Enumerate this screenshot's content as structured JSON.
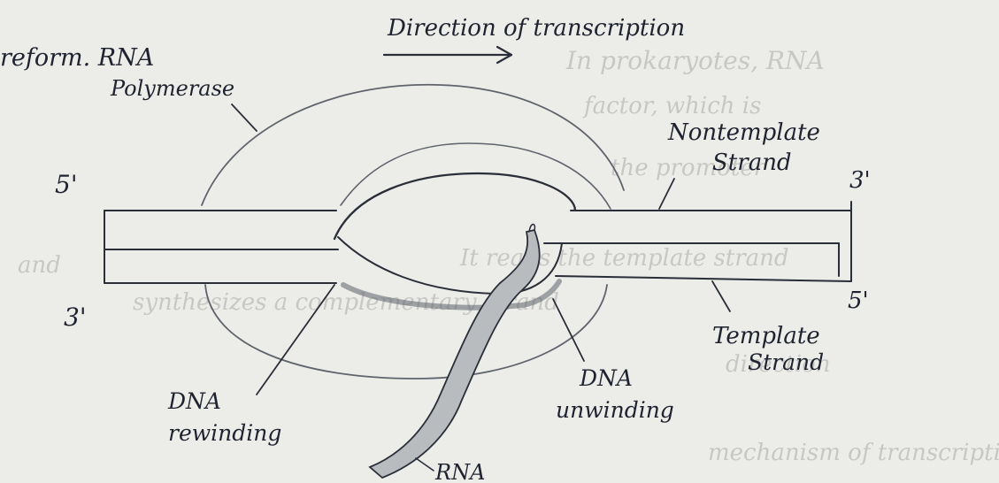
{
  "top_fragment": "reform. RNA",
  "labels": {
    "direction": "Direction of transcription",
    "polymerase": "Polymerase",
    "nontemplate_line1": "Nontemplate",
    "nontemplate_line2": "Strand",
    "five_prime_left": "5'",
    "three_prime_left": "3'",
    "three_prime_right": "3'",
    "five_prime_right": "5'",
    "template_line1": "Template",
    "template_line2": "Strand",
    "dna_rewinding_line1": "DNA",
    "dna_rewinding_line2": "rewinding",
    "dna_unwinding_line1": "DNA",
    "dna_unwinding_line2": "unwinding",
    "rna": "RNA"
  }
}
